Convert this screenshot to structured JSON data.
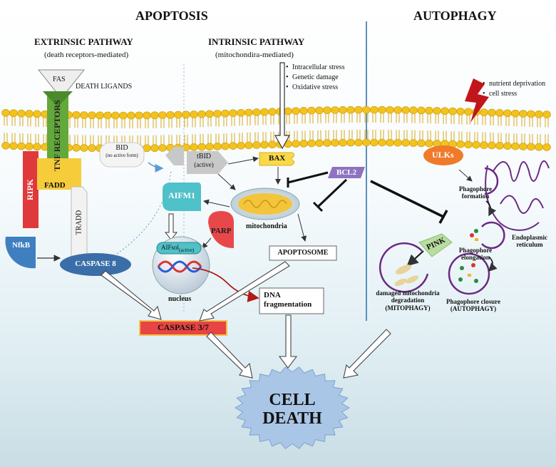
{
  "sections": {
    "apoptosis": "APOPTOSIS",
    "autophagy": "AUTOPHAGY"
  },
  "extrinsic": {
    "title": "EXTRINSIC PATHWAY",
    "subtitle": "(death receptors-mediated)",
    "fas": "FAS",
    "death_ligands": "DEATH LIGANDS",
    "tnf_receptors": "TNF RECEPTORS",
    "ripk": "RIPK",
    "fadd": "FADD",
    "tradd": "TRADD",
    "nfkb": "NfkB",
    "caspase8": "CASPASE 8"
  },
  "intrinsic": {
    "title": "INTRINSIC PATHWAY",
    "subtitle": "(mitochondira-mediated)",
    "stresses": [
      "Intracellular stress",
      "Genetic damage",
      "Oxidative stress"
    ],
    "bid_inactive": "BID",
    "bid_inactive_sub": "(no active form)",
    "tbid": "tBID",
    "tbid_sub": "(active)",
    "bax": "BAX",
    "bcl2": "BCL2",
    "mitochondria": "mitochondria",
    "aifm1": "AIFM1",
    "parp": "PARP",
    "aifsol": "AIFsol",
    "aifsol_sub": "(active)",
    "nucleus": "nucleus",
    "apoptosome": "APOPTOSOME",
    "dna_fragmentation_1": "DNA",
    "dna_fragmentation_2": "fragmentation",
    "caspase37": "CASPASE 3/7"
  },
  "autophagy": {
    "stresses": [
      "nutrient deprivation",
      "cell stress"
    ],
    "ulks": "ULKs",
    "phagophore_formation_1": "Phagophore",
    "phagophore_formation_2": "formation",
    "phagophore_elongation_1": "Phagophore",
    "phagophore_elongation_2": "elongation",
    "er_1": "Endoplasmic",
    "er_2": "reticulum",
    "pink": "PINK",
    "mitophagy_1": "damaged mitochondria",
    "mitophagy_2": "degradation",
    "mitophagy_3": "(MITOPHAGY)",
    "closure_1": "Phagophore closure",
    "closure_2": "(AUTOPHAGY)"
  },
  "outcome": {
    "line1": "CELL",
    "line2": "DEATH"
  },
  "colors": {
    "membrane_head": "#f2c21e",
    "receptor_green": "#63a83a",
    "ripk_red": "#e0393c",
    "fadd_yellow": "#f6cc3a",
    "caspase8_blue": "#3a6ea8",
    "aifm1_teal": "#4fc1c8",
    "parp_red": "#e8484a",
    "caspase37_red": "#e84444",
    "bcl2_purple": "#8e74c0",
    "ulks_orange": "#ef7a2a",
    "pink_green": "#b9dca0",
    "cell_death_blue": "#a9c6e6",
    "divider_blue": "#5b8fb9",
    "phagophore_purple": "#6b2a83"
  }
}
